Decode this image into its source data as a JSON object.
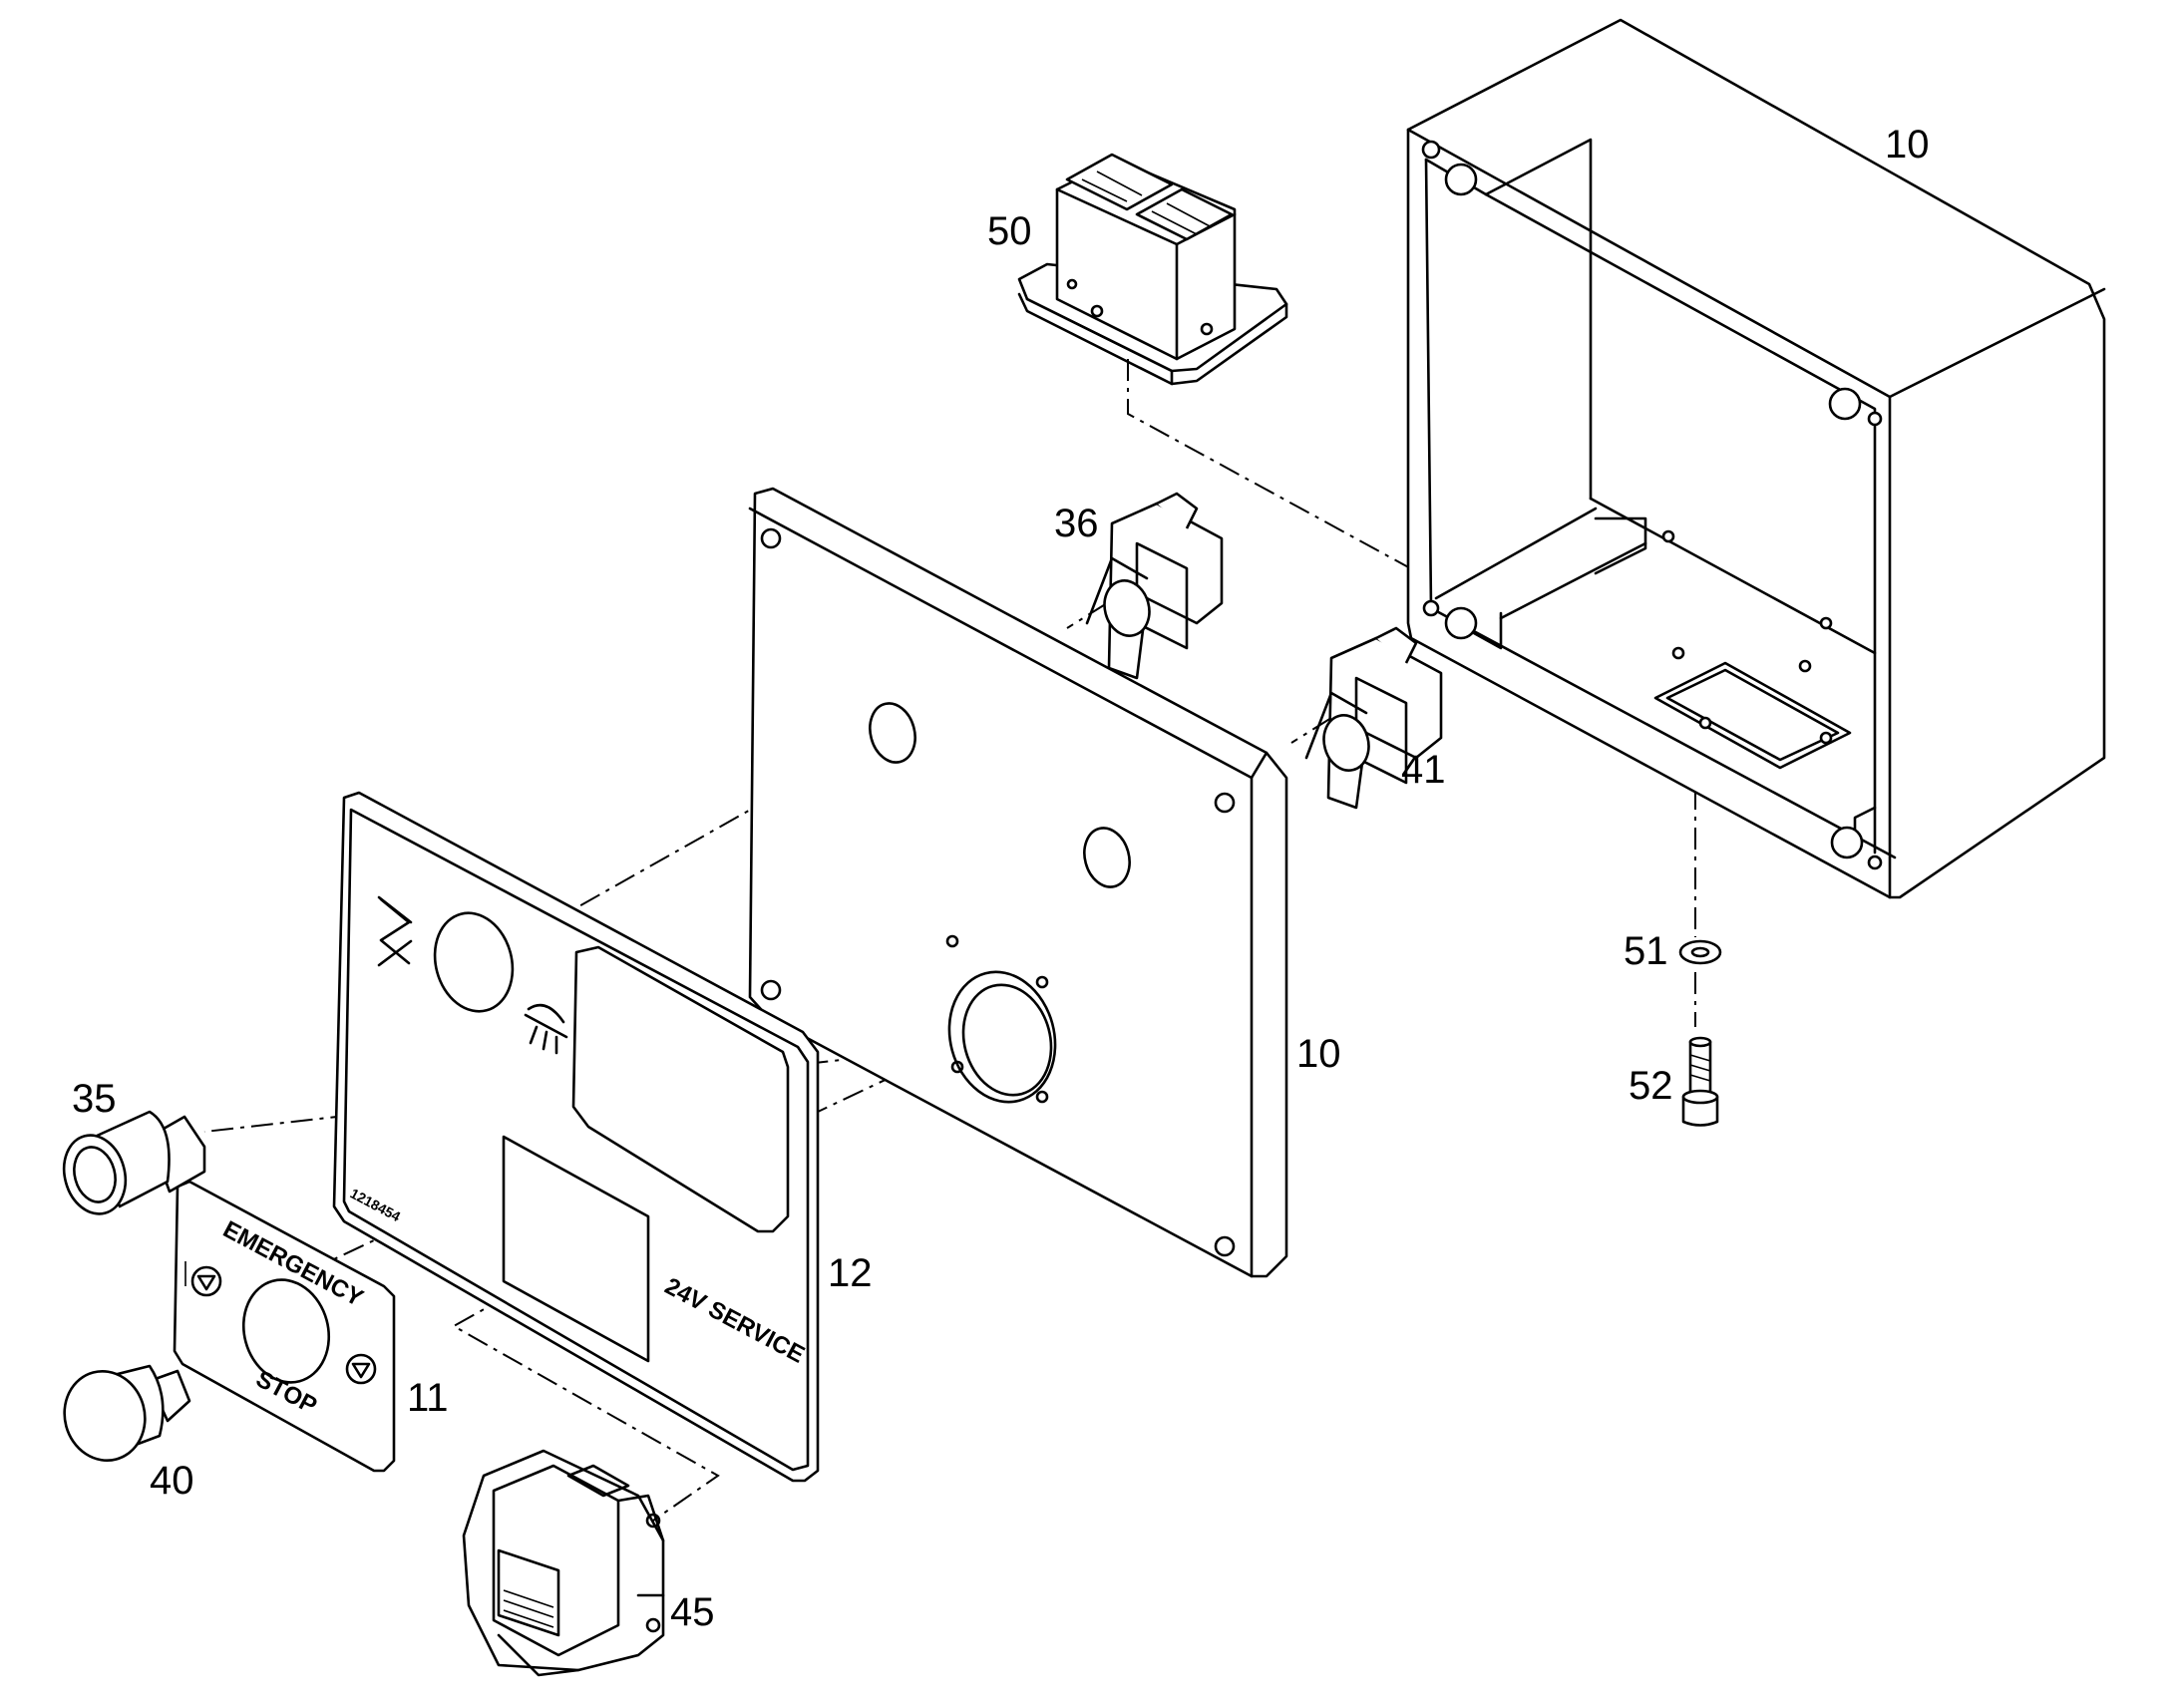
{
  "callouts": {
    "box_housing": "10",
    "cover_plate": "10",
    "connector": "50",
    "contact_block_upper": "36",
    "contact_block_lower": "41",
    "washer": "51",
    "screw": "52",
    "indicator_lamp": "35",
    "emergency_button": "40",
    "emergency_label_plate": "11",
    "front_label_plate": "12",
    "service_socket": "45"
  },
  "printed_text": {
    "emergency": "EMERGENCY",
    "stop": "STOP",
    "service_24v": "24V  SERVICE",
    "part_code": "1218454"
  },
  "icons": [
    "hourglass-icon",
    "work-light-icon",
    "arrow-down-circle-icon"
  ]
}
